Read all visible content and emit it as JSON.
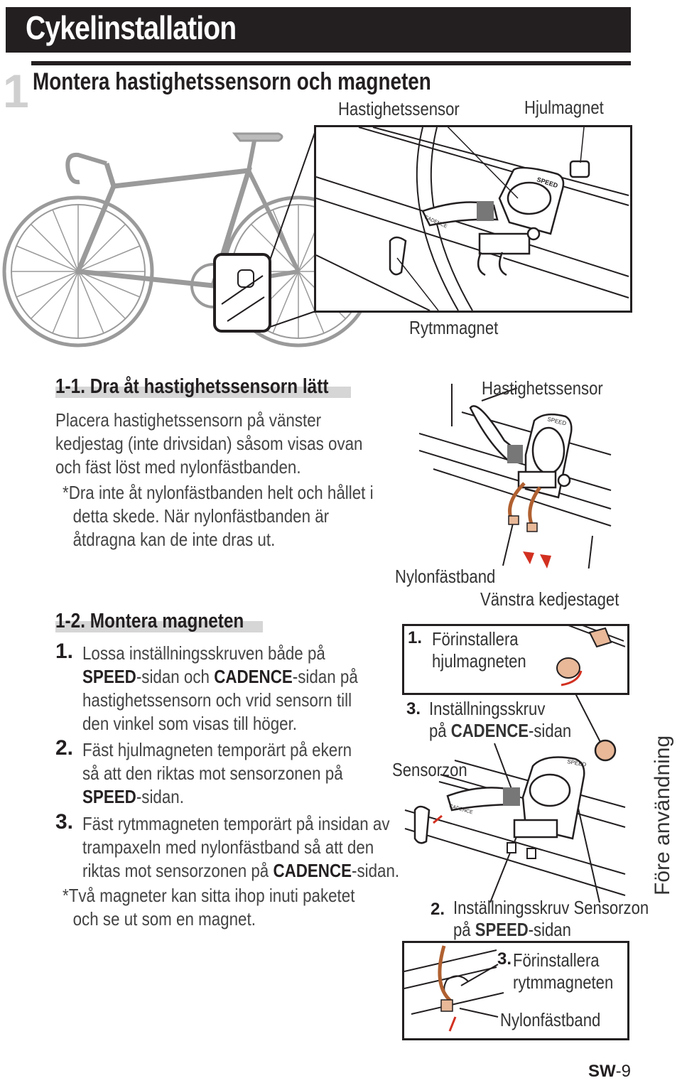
{
  "header": {
    "title": "Cykelinstallation"
  },
  "section": {
    "number": "1",
    "title": "Montera hastighetssensorn och magneten"
  },
  "figure_top": {
    "label_speed_sensor": "Hastighetssensor",
    "label_wheel_magnet": "Hjulmagnet",
    "label_cadence_magnet": "Rytmmagnet",
    "sensor_text_speed": "SPEED",
    "sensor_text_cadence": "CADENCE"
  },
  "step_1_1": {
    "title": "1-1. Dra åt hastighetssensorn lätt",
    "lines": [
      "Placera hastighetssensorn på vänster",
      "kedjestag (inte drivsidan) såsom visas ovan",
      "och fäst löst med nylonfästbanden."
    ],
    "note_mark": "*",
    "note_lines": [
      "Dra inte åt nylonfästbanden helt och hållet i",
      "detta skede. När nylonfästbanden är",
      "åtdragna kan de inte dras ut."
    ]
  },
  "figure_mid": {
    "label_speed_sensor": "Hastighetssensor",
    "label_nylon_band": "Nylonfästband",
    "label_left_chainstay": "Vänstra kedjestaget"
  },
  "step_1_2": {
    "title": "1-2. Montera magneten",
    "items": [
      {
        "num": "1.",
        "lines": [
          "Lossa inställningsskruven både på",
          "__SPEED__-sidan och __CADENCE__-sidan på",
          "hastighetssensorn och vrid sensorn till",
          "den vinkel som visas till höger."
        ]
      },
      {
        "num": "2.",
        "lines": [
          "Fäst hjulmagneten temporärt på ekern",
          "så att den riktas mot sensorzonen på",
          "__SPEED__-sidan."
        ]
      },
      {
        "num": "3.",
        "lines": [
          "Fäst rytmmagneten temporärt på insidan av",
          "trampaxeln med nylonfästband så att den",
          "riktas mot sensorzonen på __CADENCE__-sidan."
        ]
      }
    ],
    "speed_word": "SPEED",
    "cadence_word": "CADENCE",
    "note_mark": "*",
    "note_lines": [
      "Två magneter kan sitta ihop inuti paketet",
      "och se ut som en magnet."
    ]
  },
  "figure_bottom": {
    "box1_num": "1.",
    "box1_lines": [
      "Förinstallera",
      "hjulmagneten"
    ],
    "label3_num": "3.",
    "label3_line1": "Inställningsskruv",
    "label3_line2_prefix": "på ",
    "label3_line2_bold": "CADENCE",
    "label3_line2_suffix": "-sidan",
    "label_sensor_zone": "Sensorzon",
    "label2_num": "2.",
    "label2_line1a": "Inställningsskruv",
    "label2_line1b": "Sensorzon",
    "label2_line2_prefix": "på ",
    "label2_line2_bold": "SPEED",
    "label2_line2_suffix": "-sidan",
    "box3_num": "3.",
    "box3_lines": [
      "Förinstallera",
      "rytmmagneten"
    ],
    "box3_nylon": "Nylonfästband"
  },
  "side_tab": {
    "text": "Före användning"
  },
  "page": {
    "prefix": "SW",
    "sep": "-",
    "number": "9"
  }
}
